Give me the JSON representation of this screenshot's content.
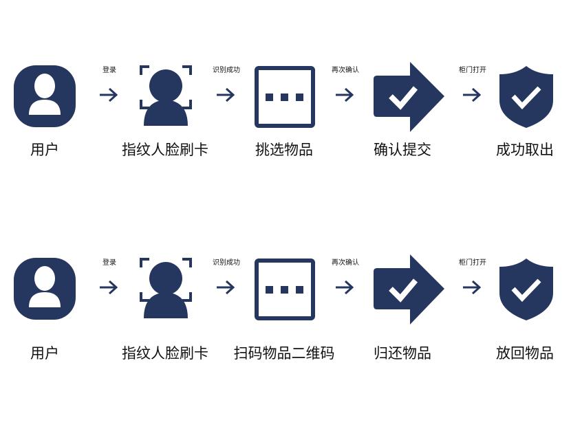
{
  "color": "#25365f",
  "rows": [
    {
      "steps": [
        "用户",
        "指纹人脸刷卡",
        "挑选物品",
        "确认提交",
        "成功取出"
      ],
      "transitions": [
        "登录",
        "识别成功",
        "再次确认",
        "柜门打开"
      ]
    },
    {
      "steps": [
        "用户",
        "指纹人脸刷卡",
        "扫码物品二维码",
        "归还物品",
        "放回物品"
      ],
      "transitions": [
        "登录",
        "识别成功",
        "再次确认",
        "柜门打开"
      ]
    }
  ]
}
